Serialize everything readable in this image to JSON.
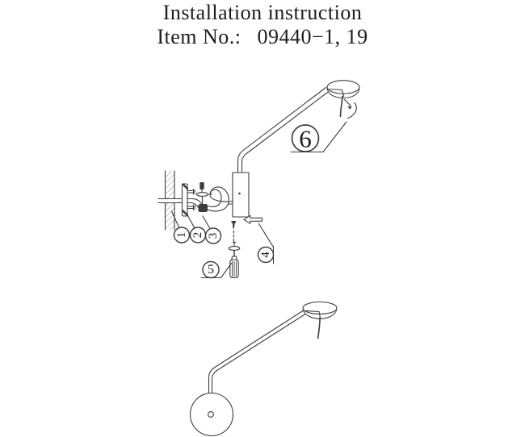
{
  "header": {
    "title": "Installation instruction",
    "item_label": "Item No.:",
    "item_value": "09440−1, 19"
  },
  "callouts": {
    "c1": "1",
    "c2": "2",
    "c3": "3",
    "c4": "4",
    "c5": "5",
    "c6": "6"
  },
  "colors": {
    "ink": "#3d3d3d",
    "number_ink": "#1d1d1d",
    "hatch": "#8f8f8f",
    "background": "#ffffff"
  }
}
